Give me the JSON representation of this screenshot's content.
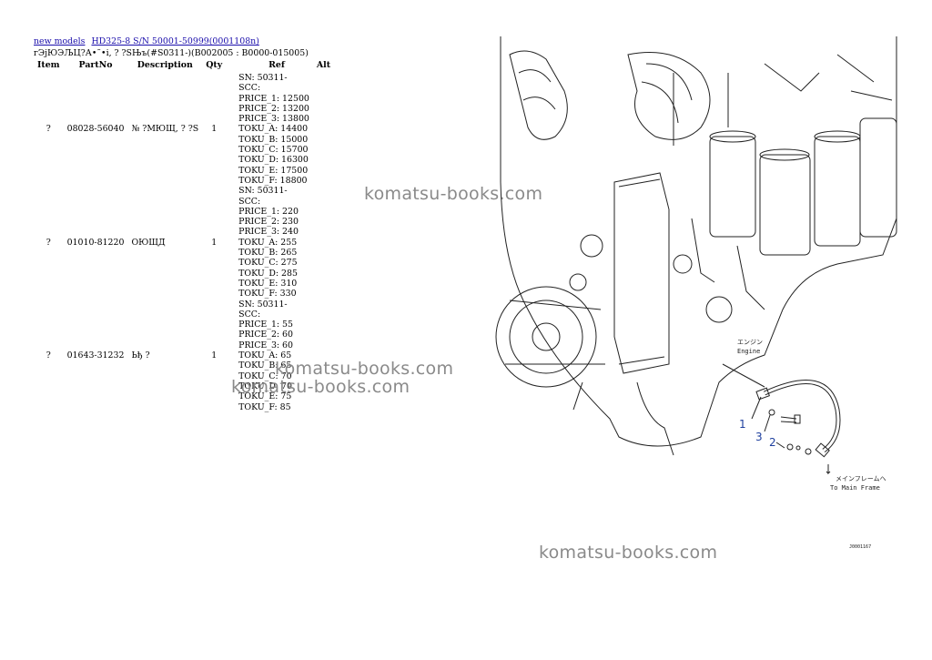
{
  "breadcrumb": {
    "link1": "new models",
    "link2": "HD325-8 S/N 50001-50999(0001108n)"
  },
  "subtitle": "гЭјЮЭЉЦ?А•˜•і, ? ?SЊъ(#S0311-)(B002005 : B0000-015005)",
  "table": {
    "headers": [
      "Item",
      "PartNo",
      "Description",
      "Qty",
      "Ref",
      "Alt"
    ],
    "rows": [
      {
        "item": "?",
        "partno": "08028-56040",
        "description": "№ ?МЮЩ, ? ?S",
        "qty": "1",
        "ref": [
          "SN: 50311-",
          "SCC:",
          "PRICE_1: 12500",
          "PRICE_2: 13200",
          "PRICE_3: 13800",
          "TOKU_A: 14400",
          "TOKU_B: 15000",
          "TOKU_C: 15700",
          "TOKU_D: 16300",
          "TOKU_E: 17500",
          "TOKU_F: 18800"
        ],
        "alt": ""
      },
      {
        "item": "?",
        "partno": "01010-81220",
        "description": "ОЮЩД",
        "qty": "1",
        "ref": [
          "SN: 50311-",
          "SCC:",
          "PRICE_1: 220",
          "PRICE_2: 230",
          "PRICE_3: 240",
          "TOKU_A: 255",
          "TOKU_B: 265",
          "TOKU_C: 275",
          "TOKU_D: 285",
          "TOKU_E: 310",
          "TOKU_F: 330"
        ],
        "alt": ""
      },
      {
        "item": "?",
        "partno": "01643-31232",
        "description": "Ьђ ?",
        "qty": "1",
        "ref": [
          "SN: 50311-",
          "SCC:",
          "PRICE_1: 55",
          "PRICE_2: 60",
          "PRICE_3: 60",
          "TOKU_A: 65",
          "TOKU_B: 65",
          "TOKU_C: 70",
          "TOKU_D: 70",
          "TOKU_E: 75",
          "TOKU_F: 85"
        ],
        "alt": ""
      }
    ]
  },
  "watermark": "komatsu-books.com",
  "diagram": {
    "engine_jp": "エンジン",
    "engine_en": "Engine",
    "callout_1": "1",
    "callout_2": "2",
    "callout_3": "3",
    "to_frame_jp": "メインフレームへ",
    "to_frame_en": "To Main Frame",
    "figure_code": "J0001167",
    "callout_color": "#1e3f9e"
  }
}
